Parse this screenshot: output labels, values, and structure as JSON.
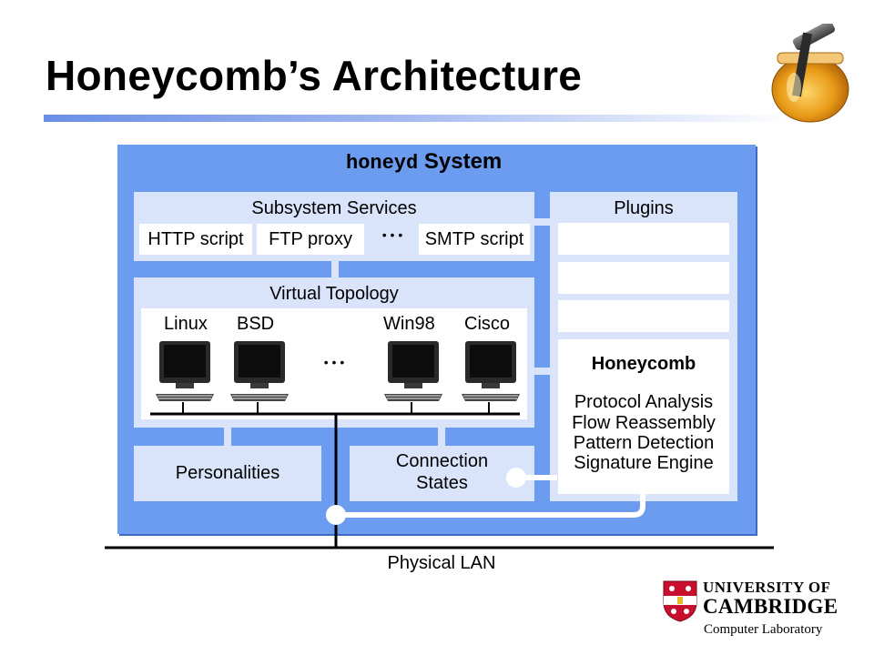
{
  "slide": {
    "title": "Honeycomb’s Architecture"
  },
  "system": {
    "mono_label": "honeyd",
    "label": "System"
  },
  "subsystem": {
    "title": "Subsystem Services",
    "items": [
      "HTTP script",
      "FTP proxy",
      "SMTP script"
    ],
    "ellipsis": "• • •"
  },
  "plugins": {
    "title": "Plugins"
  },
  "topology": {
    "title": "Virtual Topology",
    "hosts": [
      "Linux",
      "BSD",
      "Win98",
      "Cisco"
    ],
    "ellipsis": "• • •"
  },
  "honeycomb": {
    "title": "Honeycomb",
    "functions": [
      "Protocol Analysis",
      "Flow Reassembly",
      "Pattern Detection",
      "Signature Engine"
    ]
  },
  "personalities": {
    "label": "Personalities"
  },
  "connection_states": {
    "line1": "Connection",
    "line2": "States"
  },
  "lan": {
    "label": "Physical LAN"
  },
  "branding": {
    "line1": "UNIVERSITY OF",
    "line2": "CAMBRIDGE",
    "line3": "Computer Laboratory"
  },
  "icons": [
    "honey-jar-icon",
    "computer-icon",
    "cambridge-shield-icon"
  ]
}
